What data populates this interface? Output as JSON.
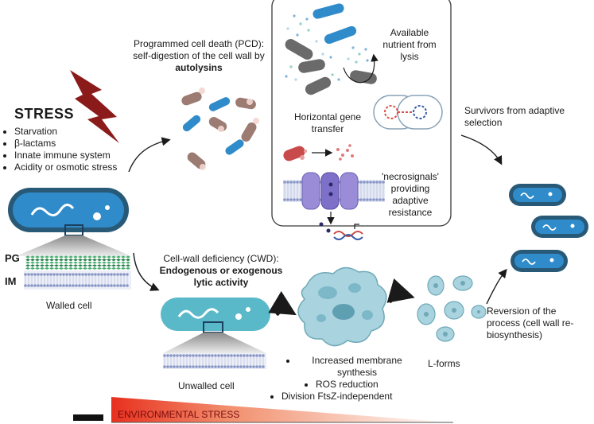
{
  "stress": {
    "title": "STRESS",
    "items": [
      "Starvation",
      "β-lactams",
      "Innate immune system",
      "Acidity or osmotic stress"
    ]
  },
  "walled": {
    "pg": "PG",
    "im": "IM",
    "caption": "Walled cell"
  },
  "pcd": {
    "line1": "Programmed cell death (PCD):",
    "line2": "self-digestion of the cell wall by",
    "line3": "autolysins"
  },
  "panel": {
    "nutrient": "Available nutrient from lysis",
    "hgt": "Horizontal gene transfer",
    "necro": "'necrosignals' providing adaptive resistance"
  },
  "survivors": "Survivors from adaptive selection",
  "cwd": {
    "line1": "Cell-wall deficiency (CWD):",
    "line2": "Endogenous or exogenous",
    "line3": "lytic activity"
  },
  "unwalled": "Unwalled cell",
  "effects": [
    "Increased membrane synthesis",
    "ROS reduction",
    "Division FtsZ-independent"
  ],
  "lforms": "L-forms",
  "reversion": "Reversion of the process (cell wall re-biosynthesis)",
  "env_stress": "ENVIRONMENTAL STRESS",
  "colors": {
    "cell_blue": "#2f8bc9",
    "cell_rim": "#285a78",
    "wall_teal": "#5ab9c9",
    "lform": "#a9d3de",
    "bolt": "#8b1a1a",
    "gradient_start": "#e8301e"
  }
}
